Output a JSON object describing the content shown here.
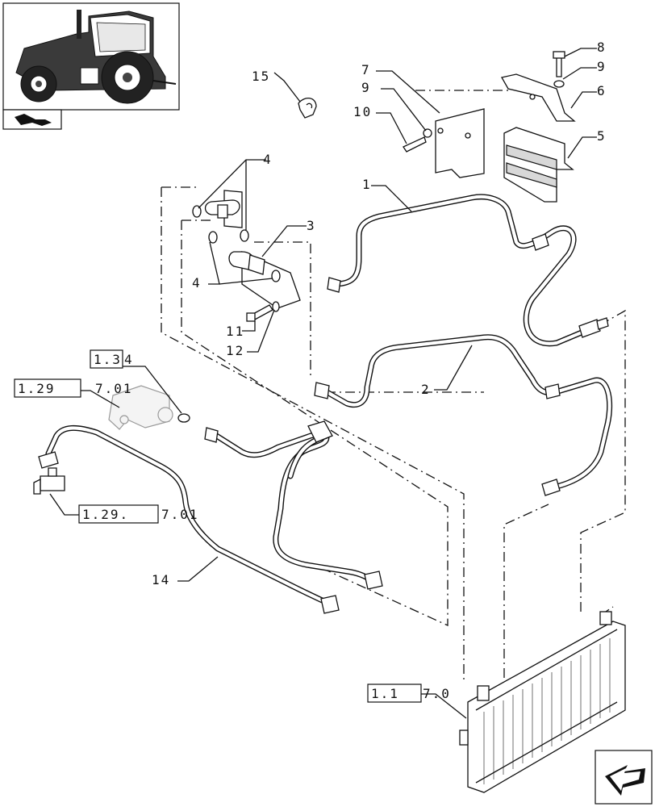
{
  "callouts": {
    "c1": "1",
    "c2": "2",
    "c3": "3",
    "c4a": "4",
    "c4b": "4",
    "c5": "5",
    "c6": "6",
    "c7": "7",
    "c8": "8",
    "c9a": "9",
    "c9b": "9",
    "c10": "10",
    "c11": "11",
    "c12": "12",
    "c14": "14",
    "c15": "15"
  },
  "references": {
    "ref_134_box": "1.3",
    "ref_134_tail": "4",
    "ref_1297_top_box": "1.29",
    "ref_1297_top_tail": "7.01",
    "ref_1297_mid_box": "1.29.",
    "ref_1297_mid_tail": "7.01",
    "ref_117_box": "1.1",
    "ref_117_tail": "7.0"
  },
  "icons": {
    "thumbnail": "tractor-thumbnail-icon",
    "section": "section-arrow-icon",
    "nav": "next-page-arrow-icon"
  }
}
